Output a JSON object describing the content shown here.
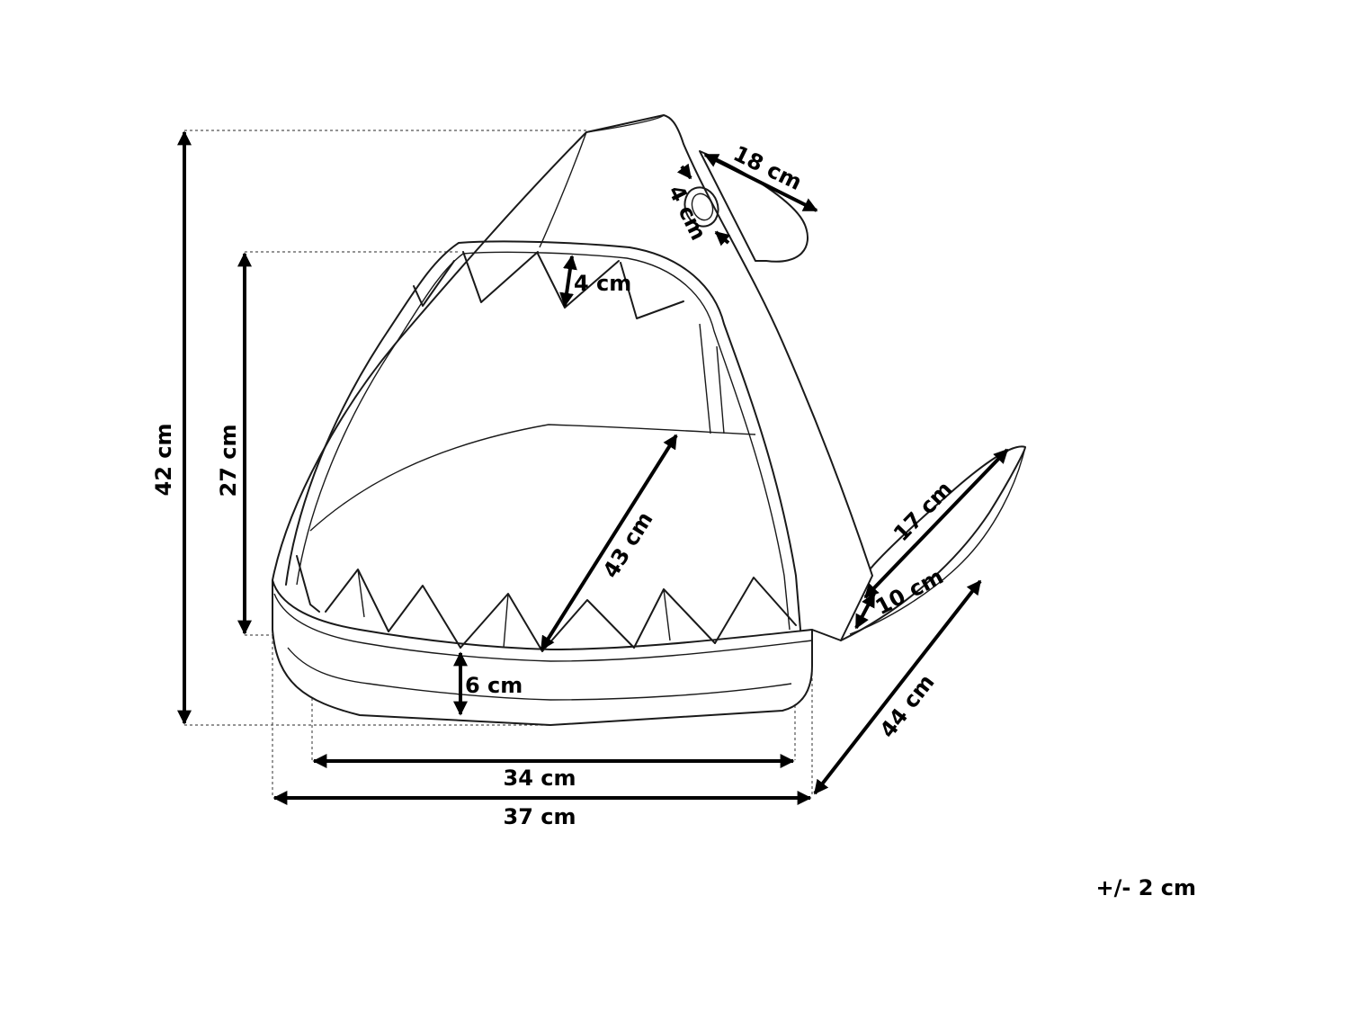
{
  "dimensions": {
    "height_total": "42 cm",
    "height_opening": "27 cm",
    "tooth_height": "4 cm",
    "fin_length": "18 cm",
    "eye_diameter": "4 cm",
    "interior_diagonal": "43 cm",
    "tail_length": "17 cm",
    "tail_width": "10 cm",
    "base_thickness": "6 cm",
    "depth": "44 cm",
    "inner_width": "34 cm",
    "outer_width": "37 cm"
  },
  "tolerance": "+/- 2 cm"
}
